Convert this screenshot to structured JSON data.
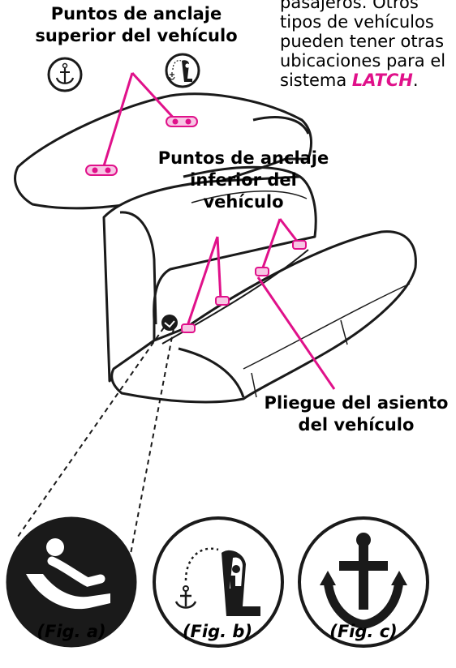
{
  "labels": {
    "upper": [
      "Puntos de anclaje",
      "superior del vehículo"
    ],
    "lower": [
      "Puntos de anclaje",
      "inferior del",
      "vehículo"
    ],
    "crease": [
      "Pliegue del asiento",
      "del vehículo"
    ]
  },
  "note": {
    "lines": [
      "pasajeros. Otros",
      "tipos de vehículos",
      "pueden tener otras",
      "ubicaciones para el"
    ],
    "last_prefix": "sistema ",
    "latch": "LATCH",
    "last_suffix": "."
  },
  "figures": {
    "a": "(Fig. a)",
    "b": "(Fig. b)",
    "c": "(Fig. c)"
  },
  "colors": {
    "accent": "#e0118a",
    "ink": "#1a1a1a",
    "anchor_fill": "#f7c6e4"
  },
  "icons": [
    "anchor-icon",
    "tether-child-seat-icon",
    "child-seat-icon"
  ]
}
